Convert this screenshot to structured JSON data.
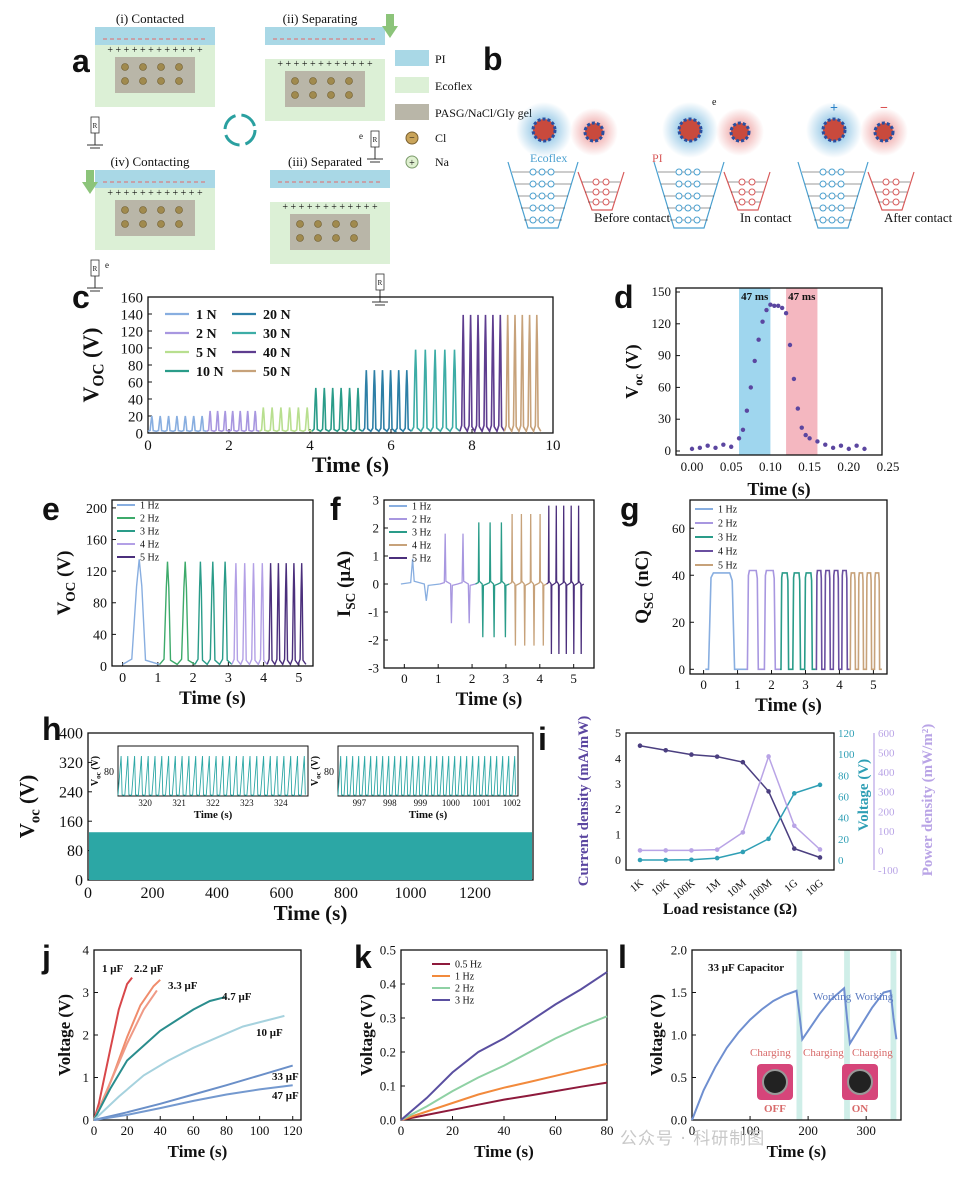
{
  "panels": {
    "a": {
      "label": "a",
      "steps": [
        "(i) Contacted",
        "(ii) Separating",
        "(iv) Contacting",
        "(iii) Separated"
      ],
      "resistor": "R",
      "electron": "e",
      "legend": [
        "PI",
        "Ecoflex",
        "PASG/NaCl/Gly gel",
        "Cl",
        "Na"
      ],
      "colors": {
        "pi": "#a9d8e6",
        "ecoflex": "#dcf0d6",
        "gel": "#b9b6a8",
        "arrow": "#8cc47a"
      }
    },
    "b": {
      "label": "b",
      "labels": [
        "Ecoflex",
        "PI",
        "Before contact",
        "In contact",
        "After contact",
        "e"
      ],
      "signs": [
        "+",
        "−"
      ],
      "colors": {
        "blue": "#5aa9d8",
        "red": "#e46a6a"
      }
    },
    "c": {
      "label": "c"
    },
    "d": {
      "label": "d"
    },
    "e": {
      "label": "e"
    },
    "f": {
      "label": "f"
    },
    "g": {
      "label": "g"
    },
    "h": {
      "label": "h"
    },
    "i": {
      "label": "i"
    },
    "j": {
      "label": "j"
    },
    "k": {
      "label": "k"
    },
    "l": {
      "label": "l",
      "photo_labels": [
        "OFF",
        "ON"
      ]
    }
  },
  "chart_data": [
    {
      "id": "c",
      "type": "line",
      "xlabel": "Time (s)",
      "ylabel": "V_OC (V)",
      "xlim": [
        0,
        10
      ],
      "ylim": [
        0,
        160
      ],
      "xticks": [
        0,
        2,
        4,
        6,
        8,
        10
      ],
      "yticks": [
        0,
        20,
        40,
        60,
        80,
        100,
        120,
        140,
        160
      ],
      "legend": "top-left",
      "series": [
        {
          "name": "1 N",
          "color": "#88aee0",
          "x_range": [
            0,
            1.45
          ],
          "peak": 20,
          "peaks": 7
        },
        {
          "name": "2 N",
          "color": "#a897e0",
          "x_range": [
            1.45,
            2.75
          ],
          "peak": 26,
          "peaks": 7
        },
        {
          "name": "5 N",
          "color": "#b8df8f",
          "x_range": [
            2.75,
            4.05
          ],
          "peak": 30,
          "peaks": 6
        },
        {
          "name": "10 N",
          "color": "#2a9c89",
          "x_range": [
            4.05,
            5.3
          ],
          "peak": 53,
          "peaks": 6
        },
        {
          "name": "20 N",
          "color": "#2d7fa6",
          "x_range": [
            5.3,
            6.5
          ],
          "peak": 74,
          "peaks": 6
        },
        {
          "name": "30 N",
          "color": "#3dada6",
          "x_range": [
            6.5,
            7.7
          ],
          "peak": 98,
          "peaks": 5
        },
        {
          "name": "40 N",
          "color": "#5e3d8f",
          "x_range": [
            7.7,
            8.8
          ],
          "peak": 139,
          "peaks": 6
        },
        {
          "name": "50 N",
          "color": "#c7a27a",
          "x_range": [
            8.8,
            9.7
          ],
          "peak": 139,
          "peaks": 5
        }
      ]
    },
    {
      "id": "d",
      "type": "scatter",
      "xlabel": "Time (s)",
      "ylabel": "V_oc (V)",
      "xlim": [
        0,
        0.25
      ],
      "ylim": [
        0,
        150
      ],
      "xticks": [
        0.0,
        0.05,
        0.1,
        0.15,
        0.2,
        0.25
      ],
      "yticks": [
        0,
        30,
        60,
        90,
        120,
        150
      ],
      "color": "#5b46a0",
      "bands": [
        {
          "label": "47 ms",
          "x0": 0.06,
          "x1": 0.1,
          "color": "#9fd6ee"
        },
        {
          "label": "47 ms",
          "x0": 0.12,
          "x1": 0.16,
          "color": "#f4b7c0"
        }
      ],
      "x": [
        0,
        0.01,
        0.02,
        0.03,
        0.04,
        0.05,
        0.06,
        0.065,
        0.07,
        0.075,
        0.08,
        0.085,
        0.09,
        0.095,
        0.1,
        0.105,
        0.11,
        0.115,
        0.12,
        0.125,
        0.13,
        0.135,
        0.14,
        0.145,
        0.15,
        0.16,
        0.17,
        0.18,
        0.19,
        0.2,
        0.21,
        0.22
      ],
      "y": [
        2,
        3,
        5,
        3,
        6,
        4,
        12,
        20,
        38,
        60,
        85,
        105,
        122,
        133,
        138,
        137,
        137,
        135,
        130,
        100,
        68,
        40,
        22,
        15,
        12,
        9,
        6,
        3,
        5,
        2,
        5,
        2
      ]
    },
    {
      "id": "e",
      "type": "line",
      "xlabel": "Time (s)",
      "ylabel": "V_OC (V)",
      "xlim": [
        -0.3,
        5.4
      ],
      "ylim": [
        0,
        210
      ],
      "xticks": [
        0,
        1,
        2,
        3,
        4,
        5
      ],
      "yticks": [
        0,
        40,
        80,
        120,
        160,
        200
      ],
      "legend": "top-left",
      "series": [
        {
          "name": "1 Hz",
          "color": "#88aee0",
          "x_range": [
            0,
            1.05
          ],
          "peak": 135,
          "peaks": 1
        },
        {
          "name": "2 Hz",
          "color": "#3daa6a",
          "x_range": [
            1.05,
            2.05
          ],
          "peak": 132,
          "peaks": 2
        },
        {
          "name": "3 Hz",
          "color": "#2a9c89",
          "x_range": [
            2.05,
            3.1
          ],
          "peak": 132,
          "peaks": 3
        },
        {
          "name": "4 Hz",
          "color": "#b3a0e6",
          "x_range": [
            3.1,
            4.1
          ],
          "peak": 130,
          "peaks": 4
        },
        {
          "name": "5 Hz",
          "color": "#4b2f7c",
          "x_range": [
            4.1,
            5.2
          ],
          "peak": 130,
          "peaks": 5
        }
      ]
    },
    {
      "id": "f",
      "type": "line",
      "xlabel": "Time (s)",
      "ylabel": "I_SC (μA)",
      "xlim": [
        -0.6,
        5.6
      ],
      "ylim": [
        -3,
        3
      ],
      "xticks": [
        0,
        1,
        2,
        3,
        4,
        5
      ],
      "yticks": [
        -3,
        -2,
        -1,
        0,
        1,
        2,
        3
      ],
      "legend": "top-left",
      "series": [
        {
          "name": "1 Hz",
          "color": "#88aee0",
          "x_range": [
            -0.1,
            1.05
          ],
          "peak": 0.9,
          "trough": -0.6,
          "peaks": 1
        },
        {
          "name": "2 Hz",
          "color": "#a897e0",
          "x_range": [
            1.05,
            2.1
          ],
          "peak": 1.8,
          "trough": -1.4,
          "peaks": 2
        },
        {
          "name": "3 Hz",
          "color": "#2a9c89",
          "x_range": [
            2.1,
            3.1
          ],
          "peak": 2.2,
          "trough": -1.9,
          "peaks": 3
        },
        {
          "name": "4 Hz",
          "color": "#c7a27a",
          "x_range": [
            3.1,
            4.2
          ],
          "peak": 2.5,
          "trough": -2.2,
          "peaks": 4
        },
        {
          "name": "5 Hz",
          "color": "#4b2f7c",
          "x_range": [
            4.2,
            5.3
          ],
          "peak": 2.8,
          "trough": -2.5,
          "peaks": 5
        }
      ]
    },
    {
      "id": "g",
      "type": "line",
      "xlabel": "Time (s)",
      "ylabel": "Q_SC (nC)",
      "xlim": [
        -0.4,
        5.4
      ],
      "ylim": [
        -2,
        72
      ],
      "xticks": [
        0,
        1,
        2,
        3,
        4,
        5
      ],
      "yticks": [
        0,
        20,
        40,
        60
      ],
      "legend": "top-left",
      "series": [
        {
          "name": "1 Hz",
          "color": "#88aee0",
          "x_range": [
            0.05,
            1.25
          ],
          "peak": 41,
          "peaks": 1
        },
        {
          "name": "2 Hz",
          "color": "#a897e0",
          "x_range": [
            1.25,
            2.25
          ],
          "peak": 42,
          "peaks": 2
        },
        {
          "name": "3 Hz",
          "color": "#2a9c89",
          "x_range": [
            2.25,
            3.3
          ],
          "peak": 41,
          "peaks": 3
        },
        {
          "name": "4 Hz",
          "color": "#6a4fa0",
          "x_range": [
            3.3,
            4.3
          ],
          "peak": 42,
          "peaks": 4
        },
        {
          "name": "5 Hz",
          "color": "#c7a27a",
          "x_range": [
            4.3,
            5.25
          ],
          "peak": 41,
          "peaks": 4
        }
      ]
    },
    {
      "id": "h",
      "type": "area",
      "xlabel": "Time (s)",
      "ylabel": "V_oc (V)",
      "xlim": [
        0,
        1380
      ],
      "ylim": [
        0,
        400
      ],
      "xticks": [
        0,
        200,
        400,
        600,
        800,
        1000,
        1200
      ],
      "yticks": [
        0,
        80,
        160,
        240,
        320,
        400
      ],
      "color": "#2ca7a5",
      "value": 130,
      "insets": [
        {
          "xlabel": "Time (s)",
          "ylabel": "V_oc (V)",
          "xticks": [
            320,
            321,
            322,
            323,
            324
          ],
          "xlim": [
            319.2,
            324.8
          ],
          "ytick": 80,
          "peak": 128
        },
        {
          "xlabel": "Time (s)",
          "ylabel": "V_oc (V)",
          "xticks": [
            997,
            998,
            999,
            1000,
            1001,
            1002
          ],
          "xlim": [
            996.3,
            1002.2
          ],
          "ytick": 80,
          "peak": 128
        }
      ]
    },
    {
      "id": "i",
      "type": "line",
      "xlabel": "Load resistance (Ω)",
      "ylabel_left": "Current density (mA/mW)",
      "ylabel_right1": "Voltage (V)",
      "ylabel_right2": "Power density (mW/m²)",
      "categories": [
        "1K",
        "10K",
        "100K",
        "1M",
        "10M",
        "100M",
        "1G",
        "10G"
      ],
      "ylim_left": [
        0,
        5
      ],
      "yticks_left": [
        0,
        1,
        2,
        3,
        4,
        5
      ],
      "ylim_right1": [
        0,
        120
      ],
      "yticks_right1": [
        0,
        20,
        40,
        60,
        80,
        100,
        120
      ],
      "ylim_right2": [
        -100,
        600
      ],
      "yticks_right2": [
        -100,
        0,
        100,
        200,
        300,
        400,
        500,
        600
      ],
      "series": [
        {
          "name": "Current density",
          "axis": "left",
          "color": "#4b3f80",
          "values": [
            4.5,
            4.32,
            4.15,
            4.07,
            3.85,
            2.7,
            0.45,
            0.1
          ]
        },
        {
          "name": "Voltage",
          "axis": "right1",
          "color": "#2f9fb5",
          "values": [
            0,
            0,
            0.2,
            1.8,
            7.6,
            20,
            63,
            71
          ]
        },
        {
          "name": "Power density",
          "axis": "right2",
          "color": "#b9a4e6",
          "values": [
            0,
            0,
            0,
            4,
            92,
            480,
            126,
            5
          ]
        }
      ]
    },
    {
      "id": "j",
      "type": "line",
      "xlabel": "Time (s)",
      "ylabel": "Voltage (V)",
      "xlim": [
        0,
        125
      ],
      "ylim": [
        0,
        4
      ],
      "xticks": [
        0,
        20,
        40,
        60,
        80,
        100,
        120
      ],
      "yticks": [
        0,
        1,
        2,
        3,
        4
      ],
      "series": [
        {
          "name": "1 μF",
          "color": "#d8474a",
          "x": [
            0,
            3,
            6,
            10,
            15,
            20,
            23
          ],
          "y": [
            0,
            0.4,
            0.95,
            1.7,
            2.6,
            3.2,
            3.35
          ]
        },
        {
          "name": "2.2 μF",
          "color": "#f08c6c",
          "x": [
            0,
            6,
            12,
            20,
            28,
            36,
            40
          ],
          "y": [
            0,
            0.5,
            1.1,
            1.95,
            2.7,
            3.15,
            3.3
          ]
        },
        {
          "name": "3.3 μF",
          "color": "#ef9a86",
          "x": [
            0,
            10,
            20,
            30,
            38
          ],
          "y": [
            0,
            0.9,
            1.8,
            2.6,
            3.05
          ]
        },
        {
          "name": "4.7 μF",
          "color": "#2a8d8d",
          "x": [
            0,
            10,
            20,
            30,
            40,
            50,
            60,
            70,
            80
          ],
          "y": [
            0,
            0.75,
            1.4,
            1.75,
            2.1,
            2.35,
            2.6,
            2.8,
            2.9
          ]
        },
        {
          "name": "10 μF",
          "color": "#a6d2de",
          "x": [
            0,
            15,
            30,
            45,
            60,
            75,
            90,
            105,
            115
          ],
          "y": [
            0,
            0.55,
            1.05,
            1.4,
            1.7,
            1.95,
            2.2,
            2.35,
            2.45
          ]
        },
        {
          "name": "33 μF",
          "color": "#6a8fc8",
          "x": [
            0,
            20,
            40,
            60,
            80,
            100,
            120
          ],
          "y": [
            0,
            0.18,
            0.38,
            0.6,
            0.82,
            1.05,
            1.28
          ]
        },
        {
          "name": "47 μF",
          "color": "#7499cf",
          "x": [
            0,
            20,
            40,
            60,
            80,
            100,
            120
          ],
          "y": [
            0,
            0.12,
            0.28,
            0.45,
            0.6,
            0.72,
            0.82
          ]
        }
      ]
    },
    {
      "id": "k",
      "type": "line",
      "xlabel": "Time (s)",
      "ylabel": "Voltage (V)",
      "xlim": [
        0,
        80
      ],
      "ylim": [
        0,
        0.5
      ],
      "xticks": [
        0,
        20,
        40,
        60,
        80
      ],
      "yticks": [
        0.0,
        0.1,
        0.2,
        0.3,
        0.4,
        0.5
      ],
      "legend": "top-left",
      "series": [
        {
          "name": "0.5 Hz",
          "color": "#8e1a3c",
          "x": [
            0,
            10,
            20,
            30,
            40,
            50,
            60,
            70,
            80
          ],
          "y": [
            0,
            0.015,
            0.03,
            0.045,
            0.06,
            0.072,
            0.085,
            0.098,
            0.11
          ]
        },
        {
          "name": "1 Hz",
          "color": "#f28a3c",
          "x": [
            0,
            10,
            20,
            30,
            40,
            50,
            60,
            70,
            80
          ],
          "y": [
            0,
            0.025,
            0.05,
            0.075,
            0.095,
            0.112,
            0.13,
            0.148,
            0.165
          ]
        },
        {
          "name": "2 Hz",
          "color": "#8fd1a4",
          "x": [
            0,
            10,
            20,
            30,
            40,
            50,
            60,
            70,
            80
          ],
          "y": [
            0,
            0.04,
            0.085,
            0.125,
            0.16,
            0.2,
            0.24,
            0.275,
            0.305
          ]
        },
        {
          "name": "3 Hz",
          "color": "#5a4fa0",
          "x": [
            0,
            10,
            20,
            30,
            40,
            50,
            60,
            70,
            80
          ],
          "y": [
            0,
            0.065,
            0.14,
            0.2,
            0.24,
            0.29,
            0.34,
            0.385,
            0.435
          ]
        }
      ]
    },
    {
      "id": "l",
      "type": "line",
      "xlabel": "Time (s)",
      "ylabel": "Voltage (V)",
      "title": "33 μF Capacitor",
      "xlim": [
        0,
        360
      ],
      "ylim": [
        0,
        2.0
      ],
      "xticks": [
        0,
        100,
        200,
        300
      ],
      "yticks": [
        0.0,
        0.5,
        1.0,
        1.5,
        2.0
      ],
      "color": "#6f8fd0",
      "bands": [
        {
          "x0": 180,
          "x1": 190
        },
        {
          "x0": 262,
          "x1": 272
        },
        {
          "x0": 342,
          "x1": 352
        }
      ],
      "annotations": [
        "Working",
        "Working",
        "Charging",
        "Charging",
        "Charging"
      ],
      "x": [
        0,
        20,
        40,
        60,
        80,
        100,
        120,
        140,
        160,
        180,
        185,
        190,
        200,
        220,
        240,
        262,
        267,
        272,
        290,
        310,
        330,
        342,
        347,
        352
      ],
      "y": [
        0,
        0.35,
        0.62,
        0.85,
        1.03,
        1.18,
        1.3,
        1.4,
        1.47,
        1.52,
        1.25,
        0.95,
        1.05,
        1.25,
        1.42,
        1.55,
        1.2,
        0.9,
        1.1,
        1.32,
        1.5,
        1.52,
        1.2,
        0.95
      ]
    }
  ],
  "watermark": "公众号 · 科研制图"
}
